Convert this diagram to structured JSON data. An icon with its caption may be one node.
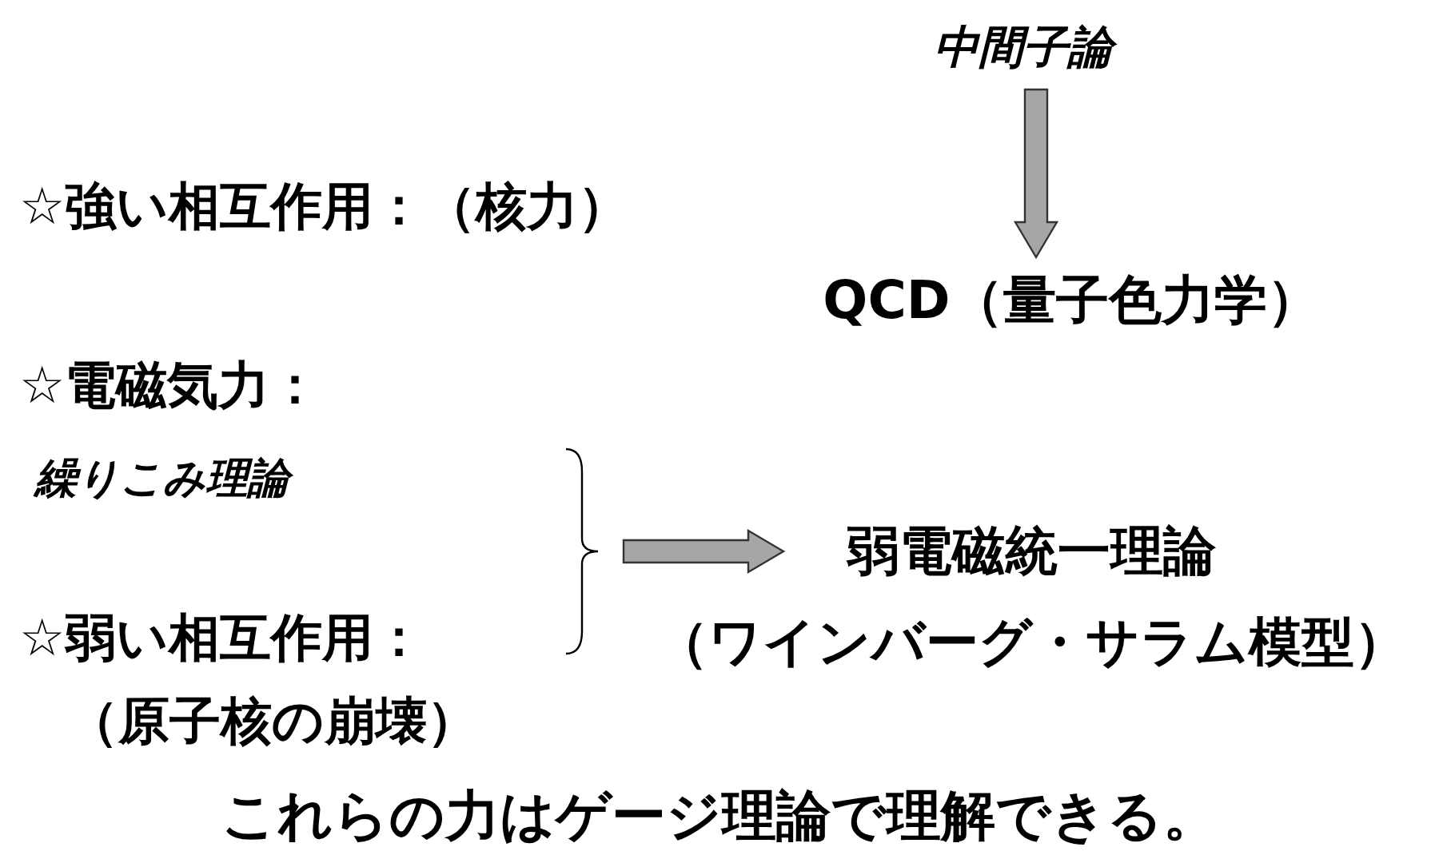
{
  "diagram": {
    "nodes": [
      {
        "text": [
          "中間子論"
        ]
      },
      {
        "text": [
          "QCD（量子色力学）"
        ]
      },
      {
        "text": [],
        "shape": "brace"
      },
      {
        "text": [
          "弱電磁統一理論",
          "（ワインバーグ・サラム模型）"
        ]
      }
    ],
    "edges": [
      {
        "from": 0,
        "to": 1,
        "arrow": "to"
      },
      {
        "from": 2,
        "to": 3,
        "arrow": "to"
      }
    ],
    "labels": [
      "☆強い相互作用：（核力）",
      "☆電磁気力：",
      "繰りこみ理論",
      "☆弱い相互作用：",
      "（原子核の崩壊）",
      "これらの力はゲージ理論で理解できる。"
    ]
  }
}
